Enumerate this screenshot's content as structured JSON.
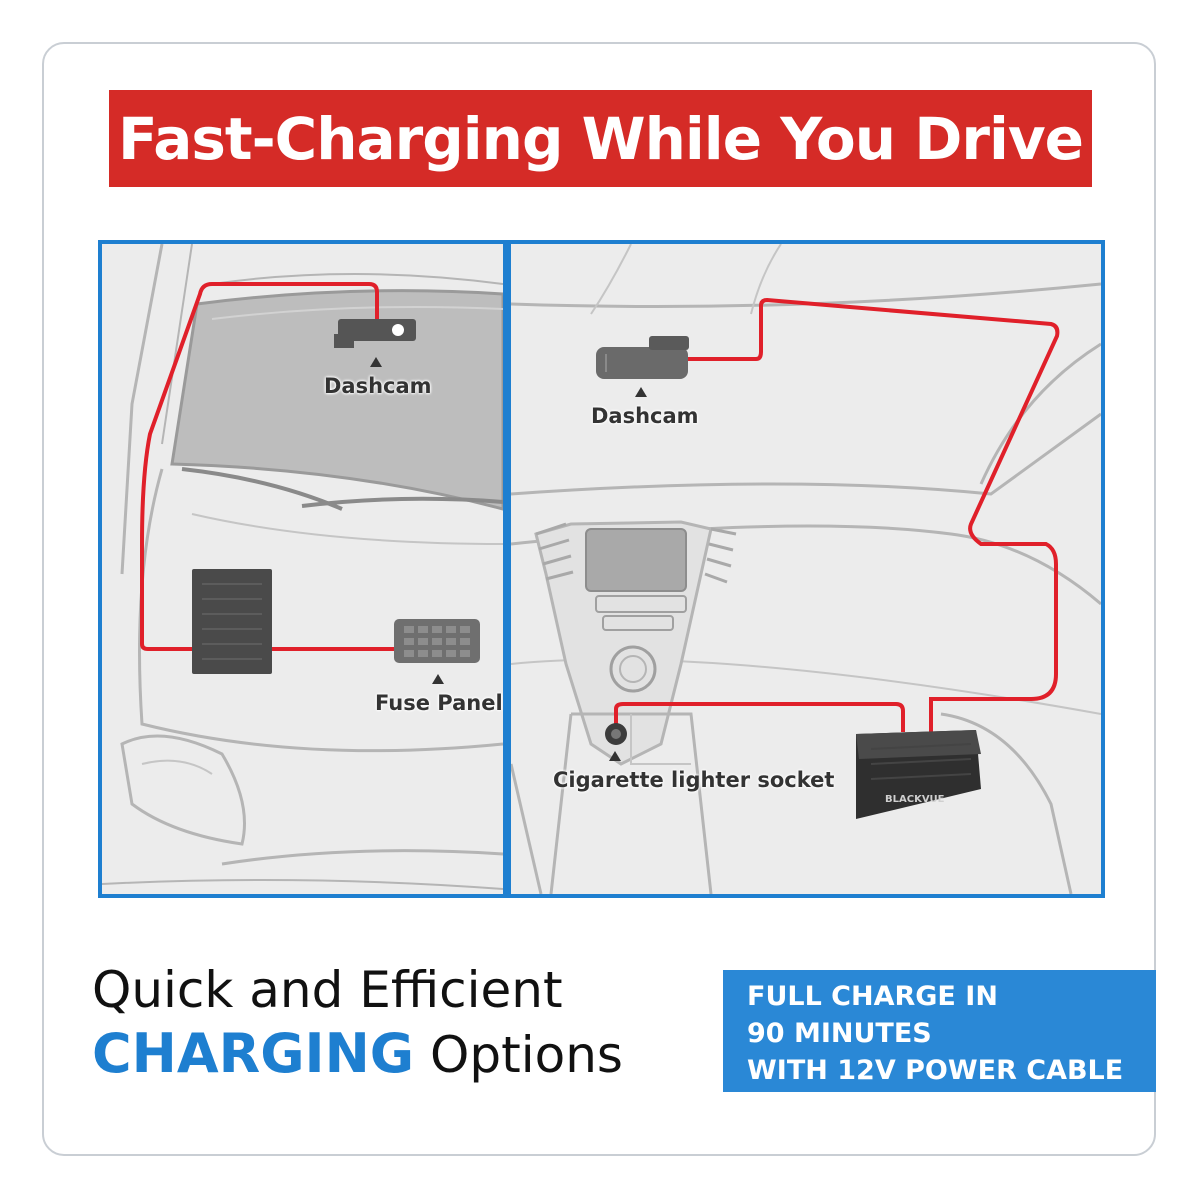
{
  "banner": {
    "title": "Fast-Charging While You Drive"
  },
  "left_panel": {
    "dashcam_label": "Dashcam",
    "fuse_label": "Fuse Panel"
  },
  "right_panel": {
    "dashcam_label": "Dashcam",
    "socket_label": "Cigarette lighter socket",
    "battery_brand": "BLACKVUE"
  },
  "tagline": {
    "line1": "Quick and Efficient",
    "highlight": "CHARGING",
    "rest": "Options"
  },
  "info_box": {
    "lines": [
      "FULL CHARGE IN",
      "90 MINUTES",
      "WITH 12V POWER CABLE"
    ]
  },
  "colors": {
    "banner": "#d52b27",
    "accent": "#1e7fd0",
    "wire": "#e0202a"
  }
}
